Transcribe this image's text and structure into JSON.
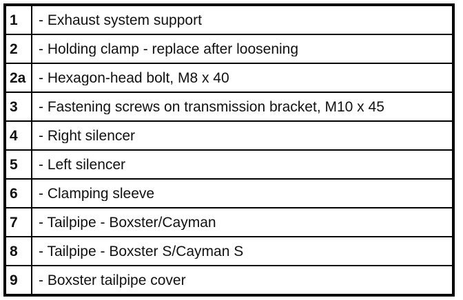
{
  "table": {
    "rows": [
      {
        "num": "1",
        "desc": "- Exhaust system support"
      },
      {
        "num": "2",
        "desc": "- Holding clamp - replace after loosening"
      },
      {
        "num": "2a",
        "desc": "- Hexagon-head bolt, M8 x 40"
      },
      {
        "num": "3",
        "desc": "- Fastening screws on transmission bracket, M10 x 45"
      },
      {
        "num": "4",
        "desc": "- Right silencer"
      },
      {
        "num": "5",
        "desc": "- Left silencer"
      },
      {
        "num": "6",
        "desc": "- Clamping sleeve"
      },
      {
        "num": "7",
        "desc": "- Tailpipe - Boxster/Cayman"
      },
      {
        "num": "8",
        "desc": "- Tailpipe - Boxster S/Cayman S"
      },
      {
        "num": "9",
        "desc": "- Boxster tailpipe cover"
      }
    ]
  }
}
